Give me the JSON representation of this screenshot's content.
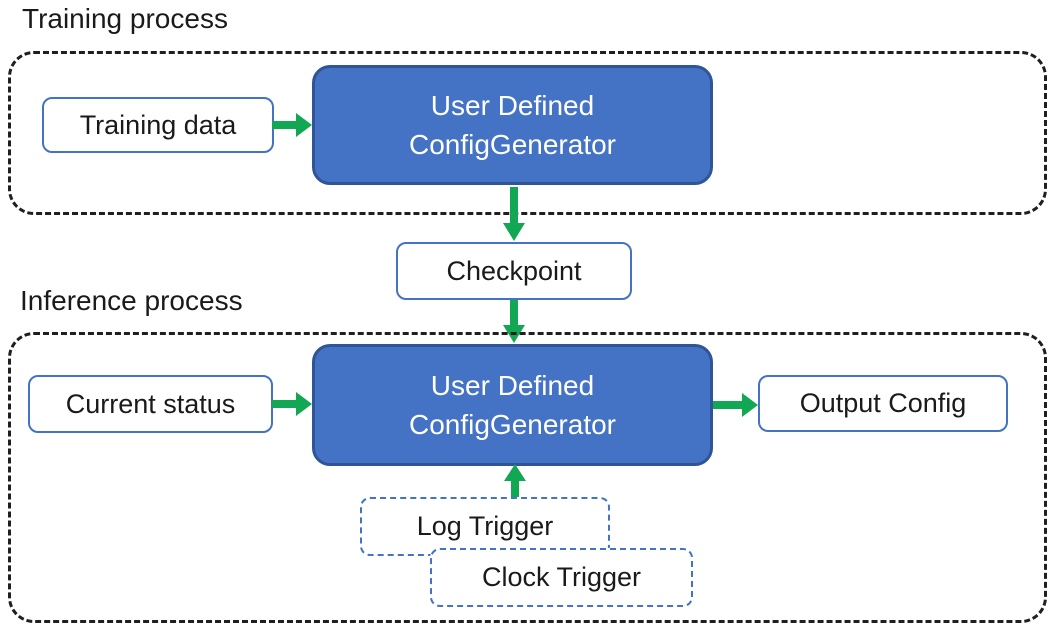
{
  "training": {
    "label": "Training process",
    "input_box": "Training data",
    "generator_line1": "User Defined",
    "generator_line2": "ConfigGenerator"
  },
  "checkpoint": "Checkpoint",
  "inference": {
    "label": "Inference process",
    "input_box": "Current status",
    "generator_line1": "User Defined",
    "generator_line2": "ConfigGenerator",
    "output_box": "Output Config",
    "log_trigger": "Log Trigger",
    "clock_trigger": "Clock Trigger"
  },
  "colors": {
    "generator_fill": "#4472C4",
    "generator_border": "#2F5597",
    "box_border": "#4472C4",
    "arrow_green": "#12A853",
    "container_border": "#1F1F1F",
    "text_color": "#1A1A1A"
  }
}
